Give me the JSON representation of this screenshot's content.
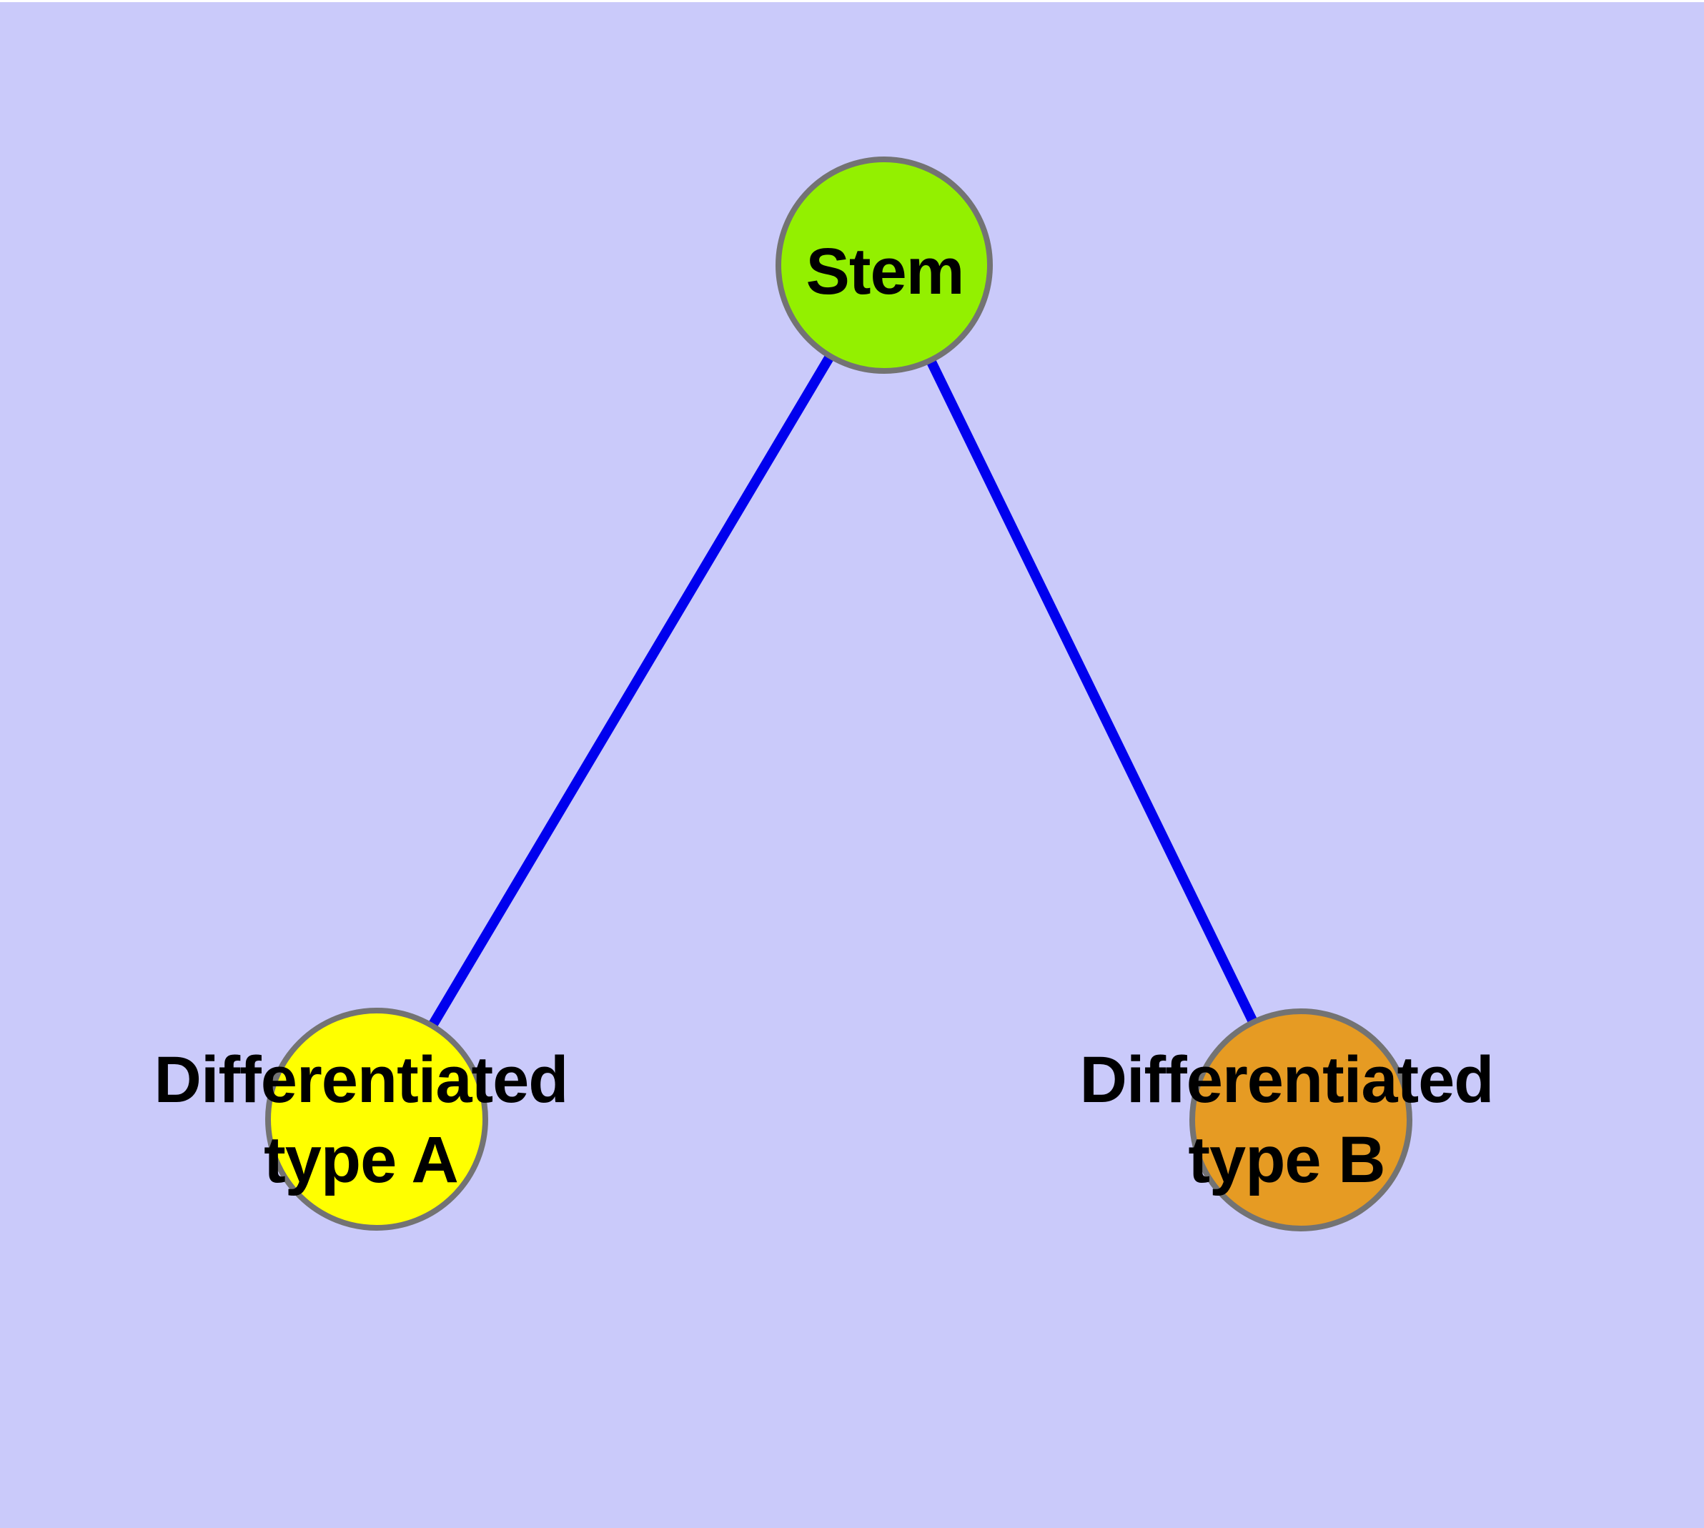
{
  "diagram": {
    "type": "graph",
    "background_color": "#CACAFA",
    "top_margin_color": "#FFFFFF",
    "edge_color": "#0000EE",
    "node_border_color": "#737373",
    "label_color": "#000000",
    "nodes": [
      {
        "id": "stem",
        "label_lines": [
          "Stem"
        ],
        "fill": "#93F000"
      },
      {
        "id": "differentiated-type-a",
        "label_lines": [
          "Differentiated",
          "type A"
        ],
        "fill": "#FFFF00"
      },
      {
        "id": "differentiated-type-b",
        "label_lines": [
          "Differentiated",
          "type B"
        ],
        "fill": "#E69B23"
      }
    ],
    "edges": [
      {
        "from": "stem",
        "to": "differentiated-type-a"
      },
      {
        "from": "stem",
        "to": "differentiated-type-b"
      }
    ]
  }
}
